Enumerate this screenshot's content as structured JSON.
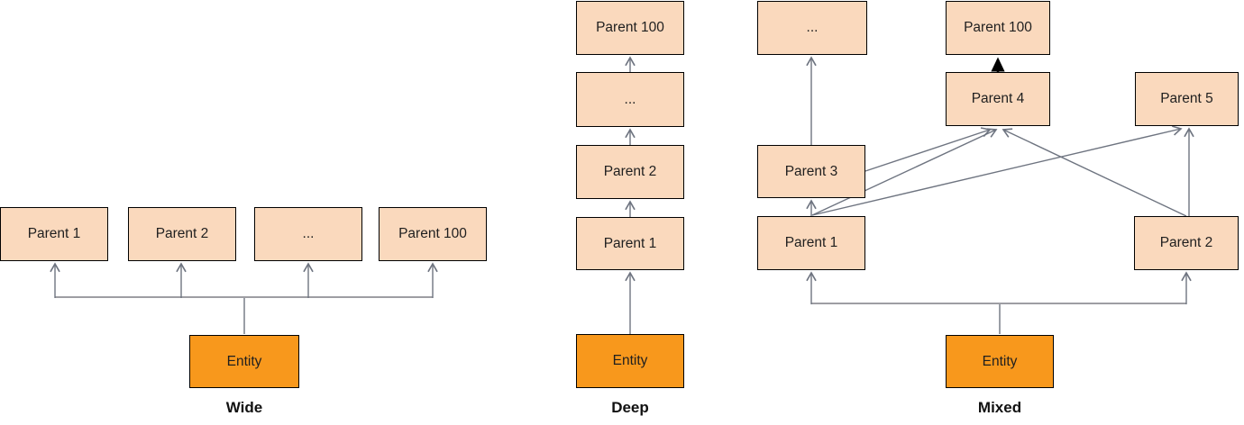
{
  "colors": {
    "parent_fill": "#FAD9BD",
    "entity_fill": "#F8981C",
    "box_border": "#000000",
    "text": "#1F1F1F",
    "connector": "#6E7480",
    "elbow": "#9E9EA3",
    "bold_arrow": "#000000",
    "bg": "#FFFFFF"
  },
  "wide": {
    "caption": "Wide",
    "nodes": {
      "parent1": "Parent 1",
      "parent2": "Parent 2",
      "dots": "...",
      "parent100": "Parent 100",
      "entity": "Entity"
    }
  },
  "deep": {
    "caption": "Deep",
    "nodes": {
      "parent100": "Parent 100",
      "dots": "...",
      "parent2": "Parent 2",
      "parent1": "Parent 1",
      "entity": "Entity"
    }
  },
  "mixed": {
    "caption": "Mixed",
    "nodes": {
      "dots": "...",
      "parent100": "Parent 100",
      "parent4": "Parent 4",
      "parent5": "Parent 5",
      "parent3": "Parent 3",
      "parent1": "Parent 1",
      "parent2": "Parent 2",
      "entity": "Entity"
    }
  }
}
